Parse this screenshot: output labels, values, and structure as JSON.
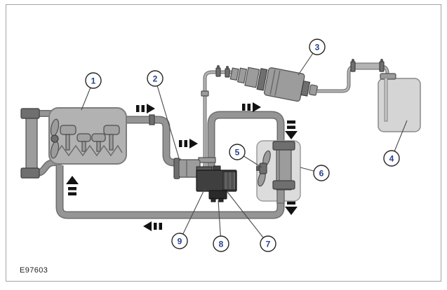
{
  "figure_code": "E97603",
  "callouts": [
    {
      "label": "1"
    },
    {
      "label": "2"
    },
    {
      "label": "3"
    },
    {
      "label": "4"
    },
    {
      "label": "5"
    },
    {
      "label": "6"
    },
    {
      "label": "7"
    },
    {
      "label": "8"
    },
    {
      "label": "9"
    }
  ],
  "flow_arrows": [
    "right",
    "right",
    "right",
    "down",
    "down",
    "left",
    "up"
  ],
  "colors": {
    "callout_number": "#24418e",
    "arrow": "#121212",
    "pipe": "#959595",
    "pipe_outline": "#6d6d6d",
    "fuel_line": "#b5b5b5",
    "fuel_line_outline": "#6e6e6e",
    "panel": "#dcdcdc",
    "frame_border": "#a3a3a3",
    "figure_text": "#1f1f1f"
  }
}
